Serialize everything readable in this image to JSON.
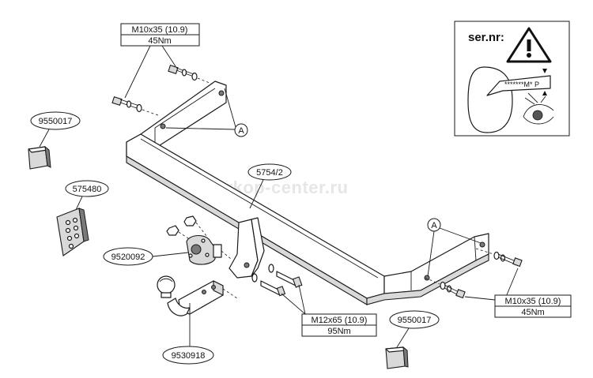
{
  "watermark": "farkop-center.ru",
  "serial_panel": {
    "title": "ser.nr:",
    "stamp_text": "*******M* P",
    "warning_icon": "warning-triangle-icon",
    "eye_icon": "eye-icon"
  },
  "labels": {
    "main_bar": "5754/2",
    "bracket_tl": "9550017",
    "plate_left": "575480",
    "flange": "9520092",
    "ball": "9530918",
    "bracket_br": "9550017",
    "ref_a_left": "A",
    "ref_a_right": "A"
  },
  "specs": {
    "top": {
      "bolt": "M10x35 (10.9)",
      "torque": "45Nm"
    },
    "right": {
      "bolt": "M10x35 (10.9)",
      "torque": "45Nm"
    },
    "bottom": {
      "bolt": "M12x65 (10.9)",
      "torque": "95Nm"
    }
  }
}
